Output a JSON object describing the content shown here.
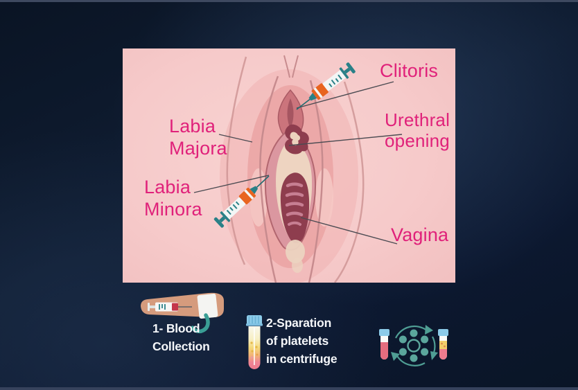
{
  "colors": {
    "background_navy": "#0e1c31",
    "panel_pink": "#f6caca",
    "label_pink": "#e0217a",
    "step_text_white": "#f5f7fa",
    "syringe_teal": "#2a8087",
    "syringe_orange": "#e8641f",
    "tube_cap_blue": "#8ccbe9",
    "blood_red": "#e56d7f",
    "plasma_yellow": "#f2cf6a",
    "rotor_teal": "#5ba69c",
    "skin_tan": "#d59b7d",
    "leader_line": "#4b4b52"
  },
  "anatomy_panel": {
    "labels": {
      "clitoris": "Clitoris",
      "urethral_line1": "Urethral",
      "urethral_line2": "opening",
      "labia_majora_line1": "Labia",
      "labia_majora_line2": "Majora",
      "labia_minora_line1": "Labia",
      "labia_minora_line2": "Minora",
      "vagina": "Vagina"
    },
    "icons": [
      "syringe-icon",
      "syringe-icon"
    ]
  },
  "procedure_steps": [
    {
      "icon": "arm-blood-draw-icon",
      "line1": "1- Blood",
      "line2": "Collection"
    },
    {
      "icon": "blood-test-tube-icon",
      "line1": "2-Sparation",
      "line2": "of platelets",
      "line3": "in centrifuge"
    },
    {
      "icon": "centrifuge-rotation-icon"
    }
  ]
}
